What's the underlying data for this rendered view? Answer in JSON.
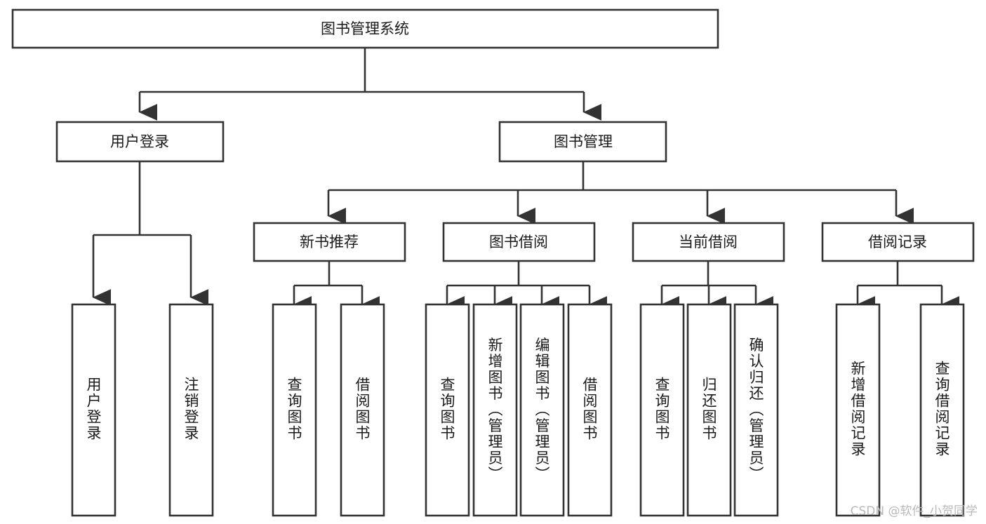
{
  "diagram": {
    "title": "图书管理系统",
    "type": "hierarchy-tree",
    "orientation": "top-down",
    "accent_color": "#333333",
    "background_color": "#ffffff",
    "root": {
      "id": "root",
      "label": "图书管理系统"
    },
    "level2": [
      {
        "id": "user-login",
        "label": "用户登录"
      },
      {
        "id": "book-manage",
        "label": "图书管理"
      }
    ],
    "level3": [
      {
        "id": "new-book-recommend",
        "label": "新书推荐",
        "parent": "book-manage"
      },
      {
        "id": "book-borrow",
        "label": "图书借阅",
        "parent": "book-manage"
      },
      {
        "id": "current-borrow",
        "label": "当前借阅",
        "parent": "book-manage"
      },
      {
        "id": "borrow-record",
        "label": "借阅记录",
        "parent": "book-manage"
      }
    ],
    "leaves": {
      "user-login": [
        {
          "id": "leaf-user-login",
          "label": "用户登录"
        },
        {
          "id": "leaf-user-logout",
          "label": "注销登录"
        }
      ],
      "new-book-recommend": [
        {
          "id": "leaf-query-book-1",
          "label": "查询图书"
        },
        {
          "id": "leaf-borrow-book-1",
          "label": "借阅图书"
        }
      ],
      "book-borrow": [
        {
          "id": "leaf-query-book-2",
          "label": "查询图书"
        },
        {
          "id": "leaf-add-book",
          "label": "新增图书（管理员）"
        },
        {
          "id": "leaf-edit-book",
          "label": "编辑图书（管理员）"
        },
        {
          "id": "leaf-borrow-book-2",
          "label": "借阅图书"
        }
      ],
      "current-borrow": [
        {
          "id": "leaf-query-book-3",
          "label": "查询图书"
        },
        {
          "id": "leaf-return-book",
          "label": "归还图书"
        },
        {
          "id": "leaf-confirm-return",
          "label": "确认归还（管理员）"
        }
      ],
      "borrow-record": [
        {
          "id": "leaf-add-record",
          "label": "新增借阅记录"
        },
        {
          "id": "leaf-query-record",
          "label": "查询借阅记录"
        }
      ]
    }
  },
  "watermark": {
    "text": "CSDN @软件_小贺同学"
  }
}
